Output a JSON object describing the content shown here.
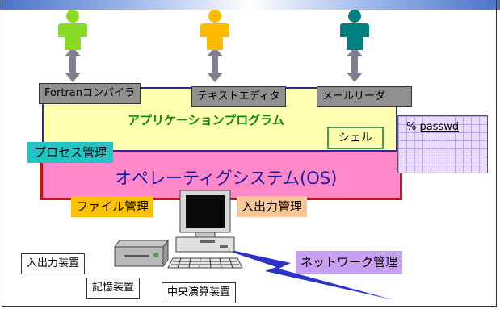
{
  "users": [
    {
      "icon": "person-icon",
      "color": "#88dd22"
    },
    {
      "icon": "person-icon",
      "color": "#ffbb00"
    },
    {
      "icon": "person-icon",
      "color": "#008080"
    }
  ],
  "applications": [
    "Fortranコンパイラ",
    "テキストエディタ",
    "メールリーダ"
  ],
  "layers": {
    "application": "アプリケーションプログラム",
    "os": "オペレーティグシステム(OS)"
  },
  "shell": {
    "label": "シェル"
  },
  "terminal": {
    "prompt": "%",
    "command": "passwd"
  },
  "os_functions": {
    "process": "プロセス管理",
    "file": "ファイル管理",
    "io": "入出力管理",
    "network": "ネットワーク管理"
  },
  "hardware": {
    "io_device": "入出力装置",
    "storage": "記憶装置",
    "cpu": "中央演算装置"
  },
  "colors": {
    "app_layer": "#ffffb0",
    "os_layer": "#ff88c8",
    "app_title": "#118811",
    "process": "#22c4c4",
    "file": "#ffc000",
    "io": "#f8c898",
    "network": "#c8a0f0"
  }
}
